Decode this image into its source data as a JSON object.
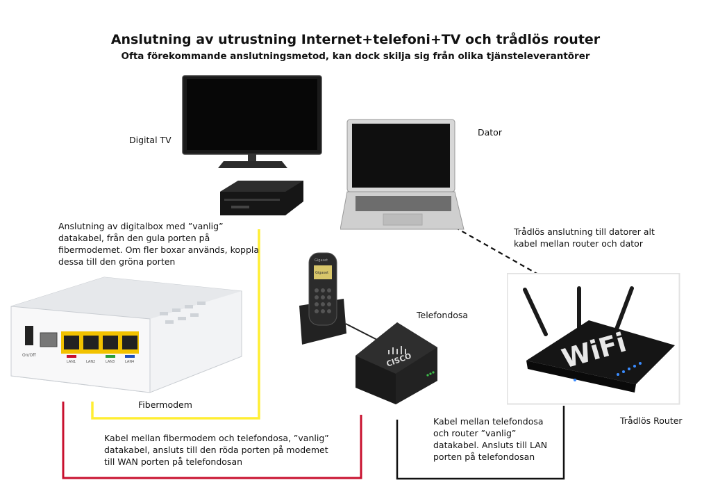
{
  "title": "Anslutning av utrustning Internet+telefoni+TV och trådlös router",
  "subtitle": "Ofta förekommande anslutningsmetod, kan dock skilja sig från olika tjänsteleverantörer",
  "labels": {
    "digital_tv": "Digital TV",
    "dator": "Dator",
    "telefondosa": "Telefondosa",
    "fibermodem": "Fibermodem",
    "tradlos_router": "Trådlös Router"
  },
  "notes": {
    "digitalbox": "Anslutning av digitalbox med ”vanlig” datakabel, från den gula porten på fibermodemet. Om fler boxar används, koppla dessa till den gröna porten",
    "tradlos": "Trådlös anslutning till datorer alt kabel mellan router och dator",
    "kabel_fiber": "Kabel mellan fibermodem och telefondosa, ”vanlig” datakabel, ansluts till den röda porten på modemet till WAN porten på telefondosan",
    "kabel_tel": "Kabel mellan telefondosa och router ”vanlig” datakabel. Ansluts till LAN porten på telefondosan"
  },
  "device_text": {
    "modem_ports": [
      "LAN1",
      "LAN2",
      "LAN3",
      "LAN4"
    ],
    "modem_onoff": "On/Off",
    "phone_brand": "Gigaset",
    "phone_display": "Gigaset",
    "box_brand": "CISCO",
    "router_brand": "WiFi"
  },
  "colors": {
    "yellow_cable": "#ffee33",
    "red_cable": "#c8102e",
    "black_cable": "#111111",
    "dashed_link": "#111111"
  }
}
